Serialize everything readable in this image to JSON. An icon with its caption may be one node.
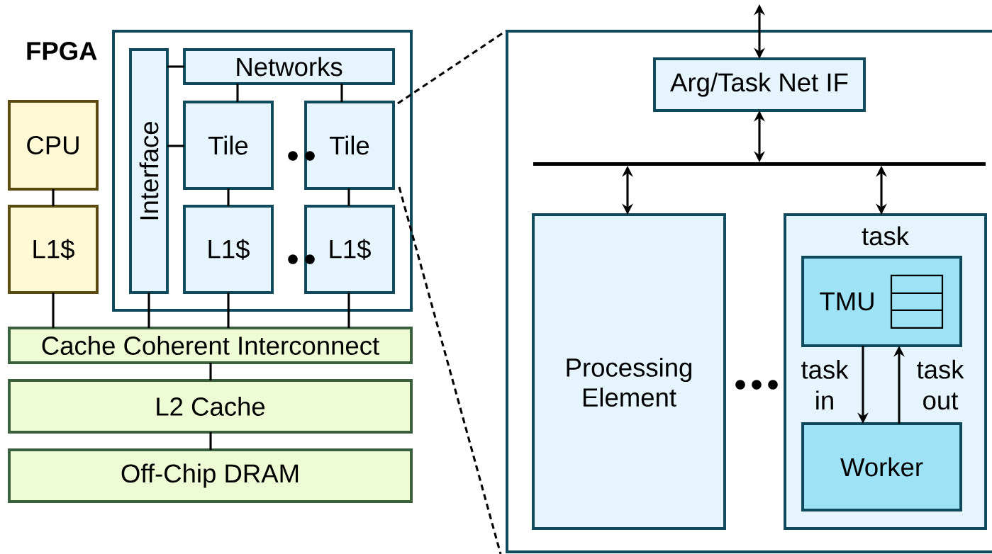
{
  "diagram": {
    "nodes": [
      {
        "text": [
          "FPGA"
        ]
      },
      {
        "text": [
          "Interface"
        ],
        "in": 0
      },
      {
        "text": [
          "Networks"
        ],
        "in": 0
      },
      {
        "text": [
          "Tile"
        ],
        "in": 0
      },
      {
        "text": [
          "Tile"
        ],
        "in": 0
      },
      {
        "text": [
          "L1$"
        ],
        "in": 0
      },
      {
        "text": [
          "L1$"
        ],
        "in": 0
      },
      {
        "text": [
          "CPU"
        ]
      },
      {
        "text": [
          "L1$"
        ]
      },
      {
        "text": [
          "Cache Coherent Interconnect"
        ]
      },
      {
        "text": [
          "L2 Cache"
        ]
      },
      {
        "text": [
          "Off-Chip DRAM"
        ]
      },
      {
        "text": [],
        "shape": "box"
      },
      {
        "text": [
          "Arg/Task Net IF"
        ],
        "in": 12
      },
      {
        "text": [],
        "shape": "bar",
        "in": 12
      },
      {
        "text": [
          "Processing Element"
        ],
        "in": 12
      },
      {
        "text": [
          "task"
        ],
        "in": 12
      },
      {
        "text": [
          "TMU"
        ],
        "in": 16
      },
      {
        "text": [
          "Worker"
        ],
        "in": 16
      }
    ],
    "edges": [
      {
        "from": null,
        "to": 13,
        "arrow": "both"
      },
      {
        "from": 13,
        "to": 14,
        "arrow": "both"
      },
      {
        "from": 14,
        "to": 15,
        "arrow": "both"
      },
      {
        "from": 14,
        "to": 16,
        "arrow": "both"
      },
      {
        "from": 17,
        "to": 18,
        "arrow": "to",
        "label": "task in"
      },
      {
        "from": 18,
        "to": 17,
        "arrow": "to",
        "label": "task out"
      },
      {
        "from": 1,
        "to": 2,
        "arrow": "none"
      },
      {
        "from": 1,
        "to": 3,
        "arrow": "none"
      },
      {
        "from": 2,
        "to": 3,
        "arrow": "none"
      },
      {
        "from": 2,
        "to": 4,
        "arrow": "none"
      },
      {
        "from": 3,
        "to": 5,
        "arrow": "none"
      },
      {
        "from": 4,
        "to": 6,
        "arrow": "none"
      },
      {
        "from": 7,
        "to": 8,
        "arrow": "none"
      },
      {
        "from": 8,
        "to": 9,
        "arrow": "none"
      },
      {
        "from": 1,
        "to": 9,
        "arrow": "none"
      },
      {
        "from": 5,
        "to": 9,
        "arrow": "none"
      },
      {
        "from": 6,
        "to": 9,
        "arrow": "none"
      },
      {
        "from": 9,
        "to": 10,
        "arrow": "none"
      },
      {
        "from": 10,
        "to": 11,
        "arrow": "none"
      },
      {
        "from": 4,
        "to": 12,
        "arrow": "none",
        "style": "dashed"
      },
      {
        "from": 4,
        "to": 12,
        "arrow": "none",
        "style": "dashed"
      }
    ]
  }
}
